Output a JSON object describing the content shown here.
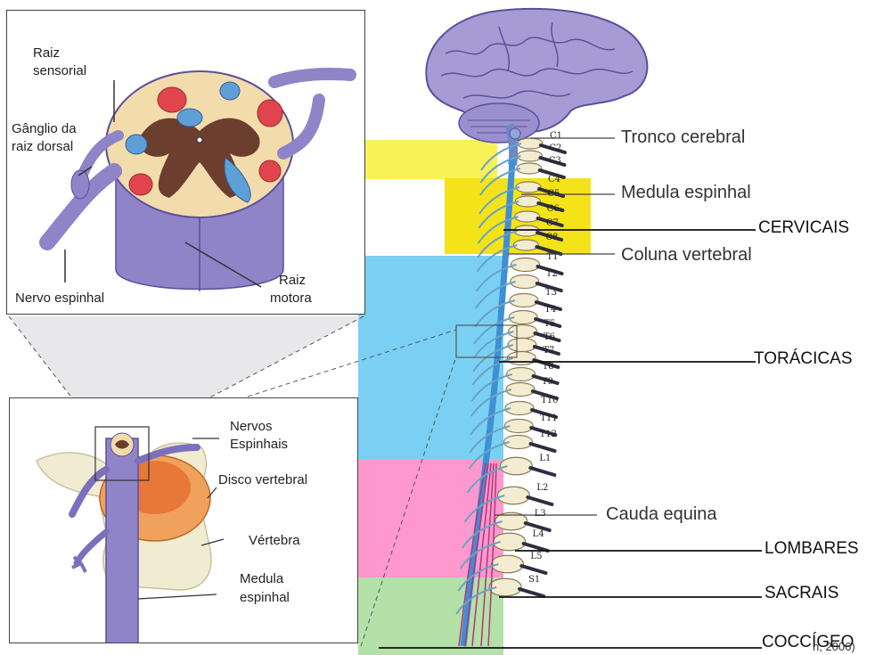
{
  "inset_top": {
    "labels": {
      "raiz_sensorial": [
        "Raiz",
        "sensorial"
      ],
      "ganglio": [
        "Gânglio da",
        "raiz dorsal"
      ],
      "nervo_espinhal": "Nervo espinhal",
      "raiz_motora": [
        "Raiz",
        "motora"
      ]
    }
  },
  "inset_bottom": {
    "labels": {
      "nervos_espinhais": [
        "Nervos",
        "Espinhais"
      ],
      "disco": "Disco vertebral",
      "vertebra": "Vértebra",
      "medula": [
        "Medula",
        "espinhal"
      ]
    }
  },
  "main_labels": {
    "tronco": "Tronco cerebral",
    "medula": "Medula espinhal",
    "coluna": "Coluna vertebral",
    "cauda": "Cauda equina"
  },
  "regions": [
    {
      "key": "cervical",
      "label": "CERVICAIS",
      "color": "#f5e400"
    },
    {
      "key": "toracica",
      "label": "TORÁCICAS",
      "color": "#5ec8f2"
    },
    {
      "key": "lombar",
      "label": "LOMBARES",
      "color": "#ff7fc4"
    },
    {
      "key": "sacral",
      "label": "SACRAIS",
      "color": "#9ad98a"
    },
    {
      "key": "coccigeo",
      "label": "COCCÍGEO",
      "color": "#9ad98a"
    }
  ],
  "vertebra_labels": {
    "cervical": [
      "C1",
      "C2",
      "C3",
      "C4",
      "C5",
      "C6",
      "C7",
      "C8"
    ],
    "thoracic": [
      "T1",
      "T2",
      "T3",
      "T4",
      "T5",
      "T6",
      "T7",
      "T8",
      "T9",
      "T10",
      "T11",
      "T12"
    ],
    "lumbar": [
      "L1",
      "L2",
      "L3",
      "L4",
      "L5"
    ],
    "sacral": [
      "S1"
    ]
  },
  "source_fragment": "n, 2006)"
}
